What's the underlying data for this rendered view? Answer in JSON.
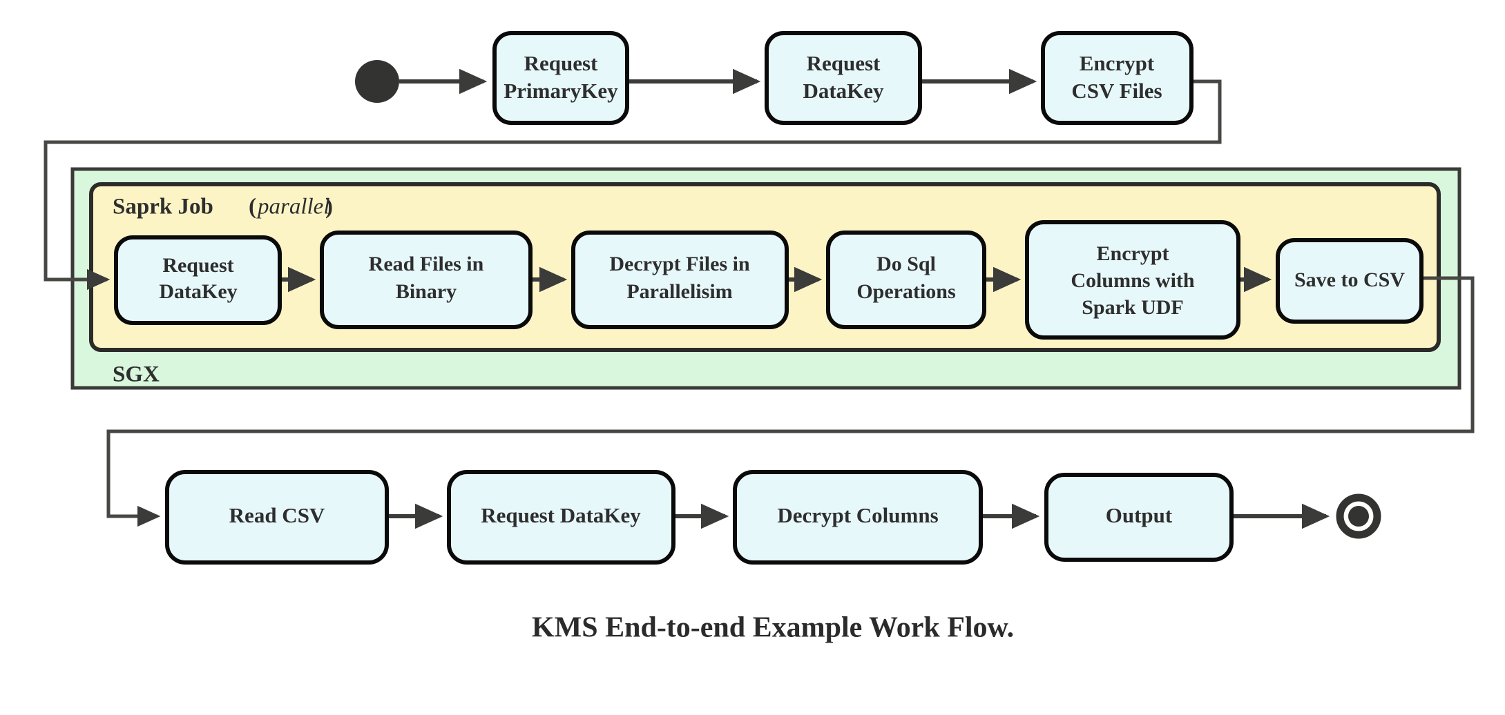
{
  "diagram": {
    "caption": "KMS End-to-end Example Work Flow.",
    "colors": {
      "node_fill": "#e7f8fb",
      "node_stroke": "#0a0a0a",
      "sgx_fill": "#d9f7dd",
      "spark_fill": "#fdf4c6",
      "connector": "#3b3b39",
      "terminal": "#333332",
      "text": "#2e2e2e",
      "background": "#ffffff"
    },
    "start_node": {
      "name": "start-node",
      "shape": "filled-circle"
    },
    "end_node": {
      "name": "end-node",
      "shape": "ringed-filled-circle"
    },
    "groups": {
      "sgx": {
        "label": "SGX"
      },
      "spark": {
        "label": "Saprk Job",
        "qualifier": "(parallel)",
        "qualifier_open": "(",
        "qualifier_word": "parallel",
        "qualifier_close": ")"
      }
    },
    "rows": {
      "top": {
        "name": "top-row",
        "nodes": [
          {
            "id": "request-primarykey",
            "lines": [
              "Request",
              "PrimaryKey"
            ]
          },
          {
            "id": "request-datakey-top",
            "lines": [
              "Request",
              "DataKey"
            ]
          },
          {
            "id": "encrypt-csv-files",
            "lines": [
              "Encrypt",
              "CSV Files"
            ]
          }
        ]
      },
      "middle": {
        "name": "spark-row",
        "nodes": [
          {
            "id": "request-datakey-spark",
            "lines": [
              "Request",
              "DataKey"
            ]
          },
          {
            "id": "read-files-in-binary",
            "lines": [
              "Read Files in",
              "Binary"
            ]
          },
          {
            "id": "decrypt-files-in-parallelisim",
            "lines": [
              "Decrypt Files in",
              "Parallelisim"
            ]
          },
          {
            "id": "do-sql-operations",
            "lines": [
              "Do Sql",
              "Operations"
            ]
          },
          {
            "id": "encrypt-columns-with-spark-udf",
            "lines": [
              "Encrypt",
              "Columns with",
              "Spark UDF"
            ]
          },
          {
            "id": "save-to-csv",
            "lines": [
              "Save to CSV"
            ]
          }
        ]
      },
      "bottom": {
        "name": "bottom-row",
        "nodes": [
          {
            "id": "read-csv",
            "lines": [
              "Read CSV"
            ]
          },
          {
            "id": "request-datakey-bottom",
            "lines": [
              "Request DataKey"
            ]
          },
          {
            "id": "decrypt-columns",
            "lines": [
              "Decrypt Columns"
            ]
          },
          {
            "id": "output",
            "lines": [
              "Output"
            ]
          }
        ]
      }
    },
    "flow_sequence": [
      "start",
      "Request PrimaryKey",
      "Request DataKey",
      "Encrypt CSV Files",
      "Request DataKey",
      "Read Files in Binary",
      "Decrypt Files in Parallelisim",
      "Do Sql Operations",
      "Encrypt Columns with Spark UDF",
      "Save to CSV",
      "Read CSV",
      "Request DataKey",
      "Decrypt Columns",
      "Output",
      "end"
    ]
  }
}
